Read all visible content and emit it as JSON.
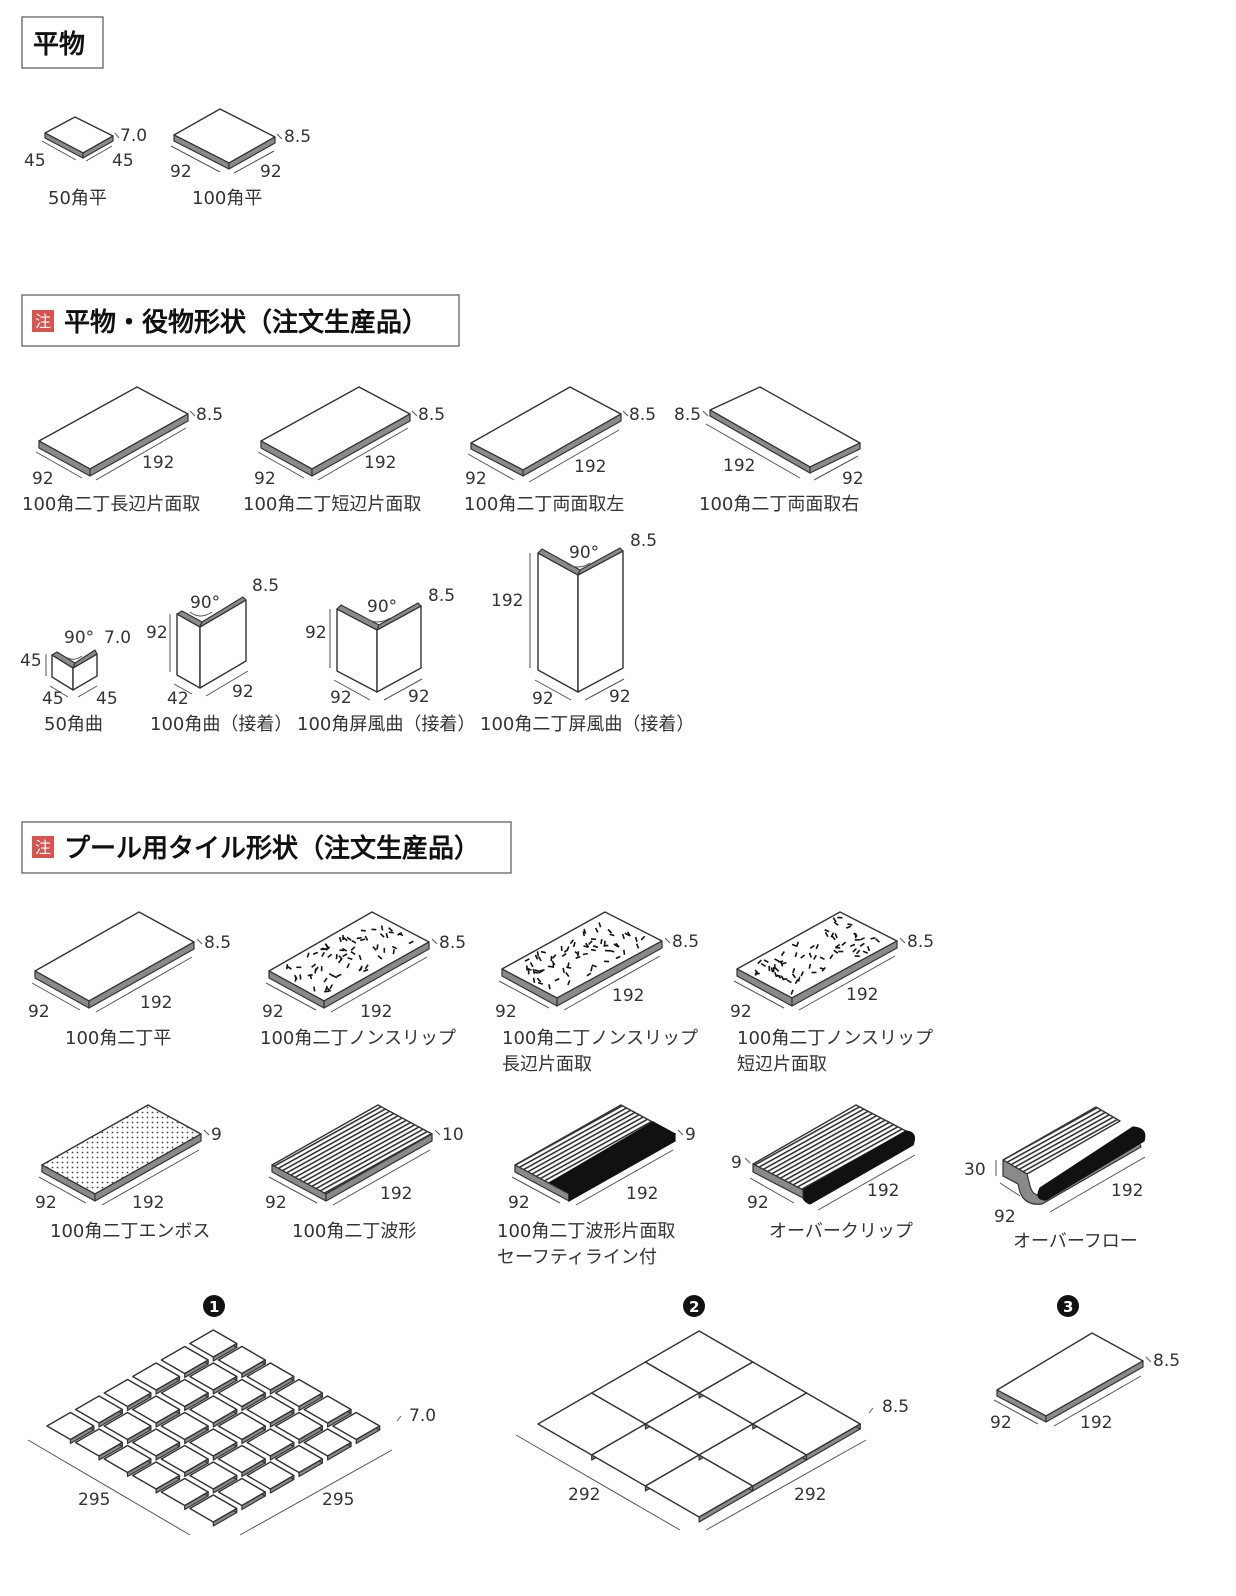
{
  "colors": {
    "line": "#333333",
    "edge": "#8a8a8a",
    "badge": "#d9534f",
    "dark": "#111111"
  },
  "sections": [
    {
      "badge": "",
      "title": "平物"
    },
    {
      "badge": "注",
      "title": "平物・役物形状（注文生産品）"
    },
    {
      "badge": "注",
      "title": "プール用タイル形状（注文生産品）"
    }
  ],
  "items": [
    {
      "caption": "50角平",
      "dims": [
        "7.0",
        "45",
        "45"
      ]
    },
    {
      "caption": "100角平",
      "dims": [
        "8.5",
        "92",
        "92"
      ]
    },
    {
      "caption": "100角二丁長辺片面取",
      "dims": [
        "8.5",
        "92",
        "192"
      ]
    },
    {
      "caption": "100角二丁短辺片面取",
      "dims": [
        "8.5",
        "92",
        "192"
      ]
    },
    {
      "caption": "100角二丁両面取左",
      "dims": [
        "8.5",
        "92",
        "192"
      ]
    },
    {
      "caption": "100角二丁両面取右",
      "dims": [
        "8.5",
        "192",
        "92"
      ]
    },
    {
      "caption": "50角曲",
      "dims": [
        "90°",
        "7.0",
        "45",
        "45",
        "45"
      ]
    },
    {
      "caption": "100角曲（接着）",
      "dims": [
        "90°",
        "8.5",
        "92",
        "42",
        "92"
      ]
    },
    {
      "caption": "100角屏風曲（接着）",
      "dims": [
        "90°",
        "8.5",
        "92",
        "92",
        "92"
      ]
    },
    {
      "caption": "100角二丁屏風曲（接着）",
      "dims": [
        "90°",
        "8.5",
        "192",
        "92",
        "92"
      ]
    },
    {
      "caption": "100角二丁平",
      "dims": [
        "8.5",
        "92",
        "192"
      ]
    },
    {
      "caption": "100角二丁ノンスリップ",
      "dims": [
        "8.5",
        "92",
        "192"
      ]
    },
    {
      "caption": "100角二丁ノンスリップ",
      "caption2": "長辺片面取",
      "dims": [
        "8.5",
        "92",
        "192"
      ]
    },
    {
      "caption": "100角二丁ノンスリップ",
      "caption2": "短辺片面取",
      "dims": [
        "8.5",
        "92",
        "192"
      ]
    },
    {
      "caption": "100角二丁エンボス",
      "dims": [
        "9",
        "92",
        "192"
      ]
    },
    {
      "caption": "100角二丁波形",
      "dims": [
        "10",
        "92",
        "192"
      ]
    },
    {
      "caption": "100角二丁波形片面取",
      "caption2": "セーフティライン付",
      "dims": [
        "9",
        "92",
        "192"
      ]
    },
    {
      "caption": "オーバークリップ",
      "dims": [
        "9",
        "92",
        "192"
      ]
    },
    {
      "caption": "オーバーフロー",
      "dims": [
        "30",
        "92",
        "192"
      ]
    }
  ],
  "sheets": [
    {
      "marker": "1",
      "dims": [
        "7.0",
        "295",
        "295"
      ]
    },
    {
      "marker": "2",
      "dims": [
        "8.5",
        "292",
        "292"
      ]
    },
    {
      "marker": "3",
      "dims": [
        "8.5",
        "92",
        "192"
      ]
    }
  ]
}
